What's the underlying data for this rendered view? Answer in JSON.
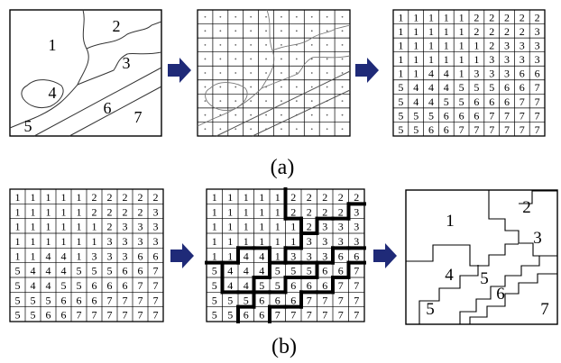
{
  "top_row": {
    "caption": "(a)",
    "zone_labels": [
      "1",
      "2",
      "3",
      "4",
      "5",
      "6",
      "7"
    ],
    "grid_values": [
      [
        "1",
        "1",
        "1",
        "1",
        "1",
        "2",
        "2",
        "2",
        "2",
        "2"
      ],
      [
        "1",
        "1",
        "1",
        "1",
        "1",
        "2",
        "2",
        "2",
        "2",
        "3"
      ],
      [
        "1",
        "1",
        "1",
        "1",
        "1",
        "1",
        "2",
        "3",
        "3",
        "3"
      ],
      [
        "1",
        "1",
        "1",
        "1",
        "1",
        "1",
        "3",
        "3",
        "3",
        "3"
      ],
      [
        "1",
        "1",
        "4",
        "4",
        "1",
        "3",
        "3",
        "3",
        "6",
        "6"
      ],
      [
        "5",
        "4",
        "4",
        "4",
        "5",
        "5",
        "5",
        "6",
        "6",
        "7"
      ],
      [
        "5",
        "4",
        "4",
        "5",
        "5",
        "6",
        "6",
        "6",
        "7",
        "7"
      ],
      [
        "5",
        "5",
        "5",
        "6",
        "6",
        "6",
        "7",
        "7",
        "7",
        "7"
      ],
      [
        "5",
        "5",
        "6",
        "6",
        "7",
        "7",
        "7",
        "7",
        "7",
        "7"
      ]
    ]
  },
  "bottom_row": {
    "caption": "(b)",
    "zone_labels": [
      "1",
      "2",
      "3",
      "4",
      "5",
      "6",
      "5",
      "7"
    ]
  },
  "colors": {
    "arrow": "#1f2a78",
    "ink": "#000000",
    "cell_dot": "#666666"
  }
}
